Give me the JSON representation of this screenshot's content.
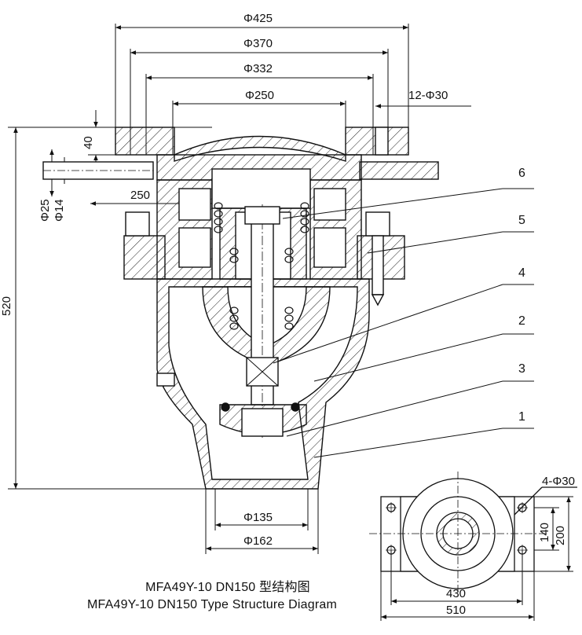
{
  "dimensions": {
    "d425": "Φ425",
    "d370": "Φ370",
    "d332": "Φ332",
    "d250": "Φ250",
    "holes_top": "12-Φ30",
    "h40": "40",
    "d25": "Φ25",
    "d14": "Φ14",
    "w250": "250",
    "h520": "520",
    "d135": "Φ135",
    "d162": "Φ162"
  },
  "callouts": [
    "6",
    "5",
    "4",
    "2",
    "3",
    "1"
  ],
  "top_view": {
    "holes": "4-Φ30",
    "h140": "140",
    "h200": "200",
    "w430": "430",
    "w510": "510"
  },
  "caption": {
    "line1": "MFA49Y-10 DN150 型结构图",
    "line2": "MFA49Y-10 DN150 Type Structure Diagram"
  }
}
